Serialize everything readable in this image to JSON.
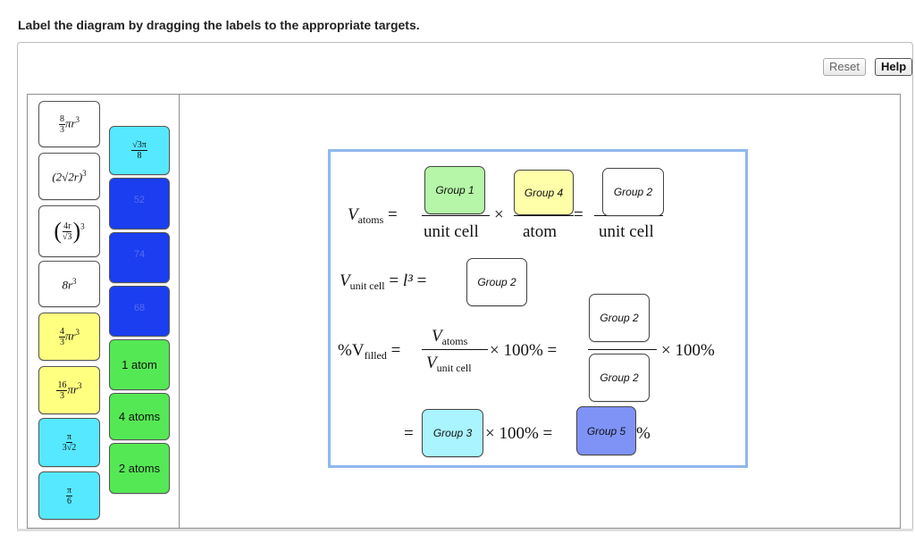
{
  "instruction": "Label the diagram by dragging the labels to the appropriate targets.",
  "buttons": {
    "reset": "Reset",
    "help": "Help"
  },
  "labels": {
    "col1": [
      {
        "id": "8-3-pi-r3",
        "num": "8",
        "den": "3",
        "rest": "πr",
        "exp": "3",
        "color": "white"
      },
      {
        "id": "2root2r-cubed",
        "text": "(2√2r)",
        "exp": "3",
        "color": "white"
      },
      {
        "id": "4r-over-root3-cubed",
        "num": "4r",
        "den": "√3",
        "exp": "3",
        "color": "white"
      },
      {
        "id": "8r3",
        "text": "8r",
        "exp": "3",
        "color": "white"
      },
      {
        "id": "4-3-pi-r3",
        "num": "4",
        "den": "3",
        "rest": "πr",
        "exp": "3",
        "color": "yellow"
      },
      {
        "id": "16-3-pi-r3",
        "num": "16",
        "den": "3",
        "rest": "πr",
        "exp": "3",
        "color": "yellow"
      },
      {
        "id": "pi-over-3root2",
        "num": "π",
        "den": "3√2",
        "color": "cyan"
      },
      {
        "id": "pi-over-6",
        "num": "π",
        "den": "6",
        "color": "cyan"
      }
    ],
    "col2": [
      {
        "id": "root3pi-over-8",
        "num": "√3π",
        "den": "8",
        "color": "cyan"
      },
      {
        "id": "52",
        "text": "52",
        "color": "blue"
      },
      {
        "id": "74",
        "text": "74",
        "color": "blue"
      },
      {
        "id": "68",
        "text": "68",
        "color": "blue"
      },
      {
        "id": "1atom",
        "text": "1 atom",
        "color": "green"
      },
      {
        "id": "4atoms",
        "text": "4 atoms",
        "color": "green"
      },
      {
        "id": "2atoms",
        "text": "2 atoms",
        "color": "green"
      }
    ]
  },
  "equations": {
    "v_atoms": {
      "symbol": "V",
      "sub": "atoms",
      "denoms": [
        "unit cell",
        "atom",
        "unit cell"
      ]
    },
    "v_unit_cell": {
      "symbol": "V",
      "sub": "unit cell",
      "expr": "l³"
    },
    "v_filled": {
      "prefix": "%V",
      "sub": "filled",
      "num_symbol": "V",
      "num_sub": "atoms",
      "den_symbol": "V",
      "den_sub": "unit cell",
      "times100": "× 100%"
    },
    "final": {
      "times100": "× 100%",
      "percent": "%"
    }
  },
  "targets": {
    "t1": "Group 1",
    "t2": "Group 4",
    "t3": "Group 2",
    "t4": "Group 2",
    "t5": "Group 2",
    "t6": "Group 2",
    "t7": "Group 3",
    "t8": "Group 5"
  },
  "colors": {
    "white": "#ffffff",
    "yellow": "#ffff80",
    "cyan": "#55e8ff",
    "blue": "#1a3ef0",
    "green": "#55e855",
    "box_border": "#8fb8ef"
  }
}
